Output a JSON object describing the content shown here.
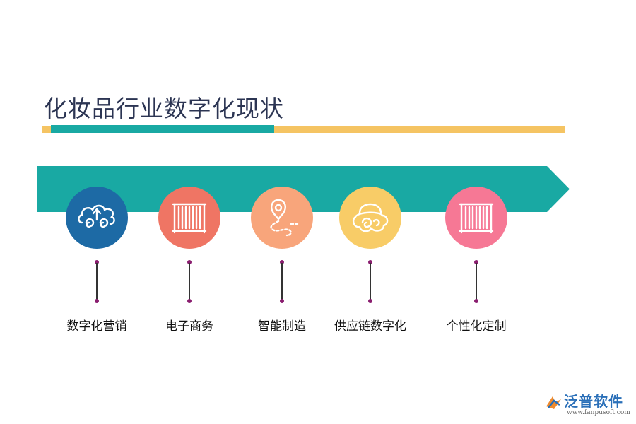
{
  "title": "化妆品行业数字化现状",
  "colors": {
    "title": "#2c3553",
    "accent_teal": "#19a9a3",
    "accent_yellow": "#f5c463"
  },
  "items": [
    {
      "label": "数字化营销",
      "color": "#1d6aa5",
      "icon": "cloud-swirl-icon"
    },
    {
      "label": "电子商务",
      "color": "#ef7564",
      "icon": "radiator-icon"
    },
    {
      "label": "智能制造",
      "color": "#f8a57b",
      "icon": "location-path-icon"
    },
    {
      "label": "供应链数字化",
      "color": "#f8cc67",
      "icon": "bag-swirl-icon"
    },
    {
      "label": "个性化定制",
      "color": "#f67895",
      "icon": "radiator-icon"
    }
  ],
  "logo": {
    "name": "泛普软件",
    "url": "www.fanpusoft.com"
  }
}
